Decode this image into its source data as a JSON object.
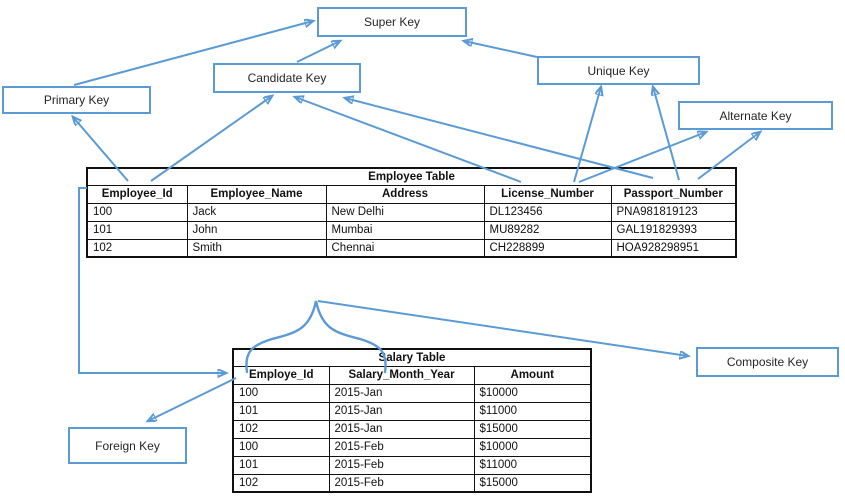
{
  "diagram": {
    "keys": {
      "super": "Super Key",
      "candidate": "Candidate Key",
      "primary": "Primary Key",
      "unique": "Unique Key",
      "alternate": "Alternate Key",
      "composite": "Composite Key",
      "foreign": "Foreign Key"
    },
    "relations": [
      {
        "from": "Primary Key",
        "to": "Super Key"
      },
      {
        "from": "Candidate Key",
        "to": "Super Key"
      },
      {
        "from": "Unique Key",
        "to": "Super Key"
      },
      {
        "from": "Employee_Id",
        "to": "Primary Key"
      },
      {
        "from": "Employee_Id",
        "to": "Candidate Key"
      },
      {
        "from": "License_Number",
        "to": "Candidate Key"
      },
      {
        "from": "Passport_Number",
        "to": "Candidate Key"
      },
      {
        "from": "License_Number",
        "to": "Unique Key"
      },
      {
        "from": "Passport_Number",
        "to": "Unique Key"
      },
      {
        "from": "License_Number",
        "to": "Alternate Key"
      },
      {
        "from": "Passport_Number",
        "to": "Alternate Key"
      },
      {
        "from": "Employee_Id (Employee Table)",
        "to": "Employe_Id (Salary Table)"
      },
      {
        "from": "Employe_Id (Salary Table)",
        "to": "Foreign Key"
      },
      {
        "from": "Employe_Id + Salary_Month_Year brace",
        "to": "Composite Key"
      }
    ],
    "colors": {
      "accent": "#5B9BD5",
      "table_border": "#111111",
      "text": "#1f1f1f"
    }
  },
  "employee_table": {
    "title": "Employee Table",
    "headers": [
      "Employee_Id",
      "Employee_Name",
      "Address",
      "License_Number",
      "Passport_Number"
    ],
    "rows": [
      [
        "100",
        "Jack",
        "New Delhi",
        "DL123456",
        "PNA981819123"
      ],
      [
        "101",
        "John",
        "Mumbai",
        "MU89282",
        "GAL191829393"
      ],
      [
        "102",
        "Smith",
        "Chennai",
        "CH228899",
        "HOA928298951"
      ]
    ]
  },
  "salary_table": {
    "title": "Salary Table",
    "headers": [
      "Employe_Id",
      "Salary_Month_Year",
      "Amount"
    ],
    "rows": [
      [
        "100",
        "2015-Jan",
        "$10000"
      ],
      [
        "101",
        "2015-Jan",
        "$11000"
      ],
      [
        "102",
        "2015-Jan",
        "$15000"
      ],
      [
        "100",
        "2015-Feb",
        "$10000"
      ],
      [
        "101",
        "2015-Feb",
        "$11000"
      ],
      [
        "102",
        "2015-Feb",
        "$15000"
      ]
    ]
  }
}
